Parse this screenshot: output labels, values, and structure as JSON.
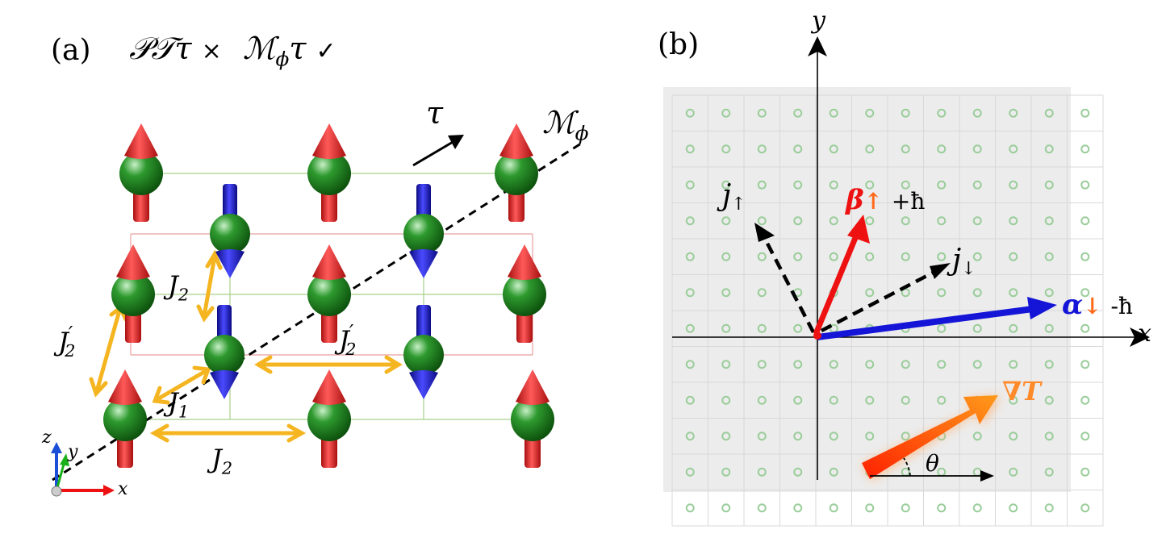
{
  "panel_a": {
    "label": "(a)",
    "heading": {
      "sym1": "𝒫𝒯τ",
      "cross": "×",
      "sym2": "ℳ",
      "sym2_sub": "ϕ",
      "sym3": "τ",
      "check": "✓"
    },
    "tau_label": "τ",
    "mirror_label": "ℳ",
    "mirror_sub": "ϕ",
    "couplings": {
      "J": "J",
      "s1": "1",
      "s2": "2",
      "prime": "′"
    },
    "axes": {
      "x": "x",
      "y": "y",
      "z": "z"
    }
  },
  "panel_b": {
    "label": "(b)",
    "axes": {
      "x": "x",
      "y": "y"
    },
    "j_up": {
      "j": "j",
      "arrow": "↑"
    },
    "j_down": {
      "j": "j",
      "arrow": "↓"
    },
    "beta": {
      "sym": "β",
      "arrow": "↑",
      "spin": "+ħ"
    },
    "alpha": {
      "sym": "α",
      "arrow": "↓",
      "spin": "-ħ"
    },
    "grad_t": "∇T",
    "theta": "θ"
  },
  "colors": {
    "up_spin": "#e52222",
    "down_spin": "#1a1ad6",
    "atom": "#1e8a1e",
    "coupling": "#f5b520",
    "grad_start": "#ff2a00",
    "grad_end": "#ff9a1a",
    "grid_bg": "#ececec",
    "grid_dot": "#9acd9a"
  }
}
